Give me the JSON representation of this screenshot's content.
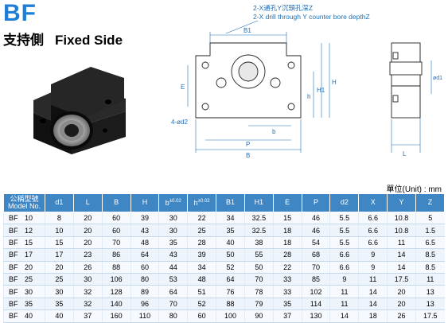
{
  "title": {
    "code": "BF",
    "cn": "支持側",
    "en": "Fixed Side"
  },
  "drawing": {
    "note_cn": "2-X通孔Y沉頭孔深Z",
    "note_en": "2-X drill through Y counter bore depthZ",
    "labels": {
      "B1": "B1",
      "E": "E",
      "h": "h",
      "H1": "H1",
      "H": "H",
      "d2": "4-ød2",
      "b": "b",
      "P": "P",
      "B": "B",
      "L": "L",
      "d1": "ød1"
    }
  },
  "unit": "單位(Unit) : mm",
  "table": {
    "headers": [
      {
        "main": "公稱型號",
        "sub": "Model No."
      },
      {
        "main": "d1"
      },
      {
        "main": "L"
      },
      {
        "main": "B"
      },
      {
        "main": "H"
      },
      {
        "main": "b",
        "sup": "±0.02"
      },
      {
        "main": "h",
        "sup": "±0.02"
      },
      {
        "main": "B1"
      },
      {
        "main": "H1"
      },
      {
        "main": "E"
      },
      {
        "main": "P"
      },
      {
        "main": "d2"
      },
      {
        "main": "X"
      },
      {
        "main": "Y"
      },
      {
        "main": "Z"
      }
    ],
    "rows": [
      {
        "prefix": "BF",
        "num": "10",
        "cells": [
          "8",
          "20",
          "60",
          "39",
          "30",
          "22",
          "34",
          "32.5",
          "15",
          "46",
          "5.5",
          "6.6",
          "10.8",
          "5"
        ]
      },
      {
        "prefix": "BF",
        "num": "12",
        "cells": [
          "10",
          "20",
          "60",
          "43",
          "30",
          "25",
          "35",
          "32.5",
          "18",
          "46",
          "5.5",
          "6.6",
          "10.8",
          "1.5"
        ]
      },
      {
        "prefix": "BF",
        "num": "15",
        "cells": [
          "15",
          "20",
          "70",
          "48",
          "35",
          "28",
          "40",
          "38",
          "18",
          "54",
          "5.5",
          "6.6",
          "11",
          "6.5"
        ]
      },
      {
        "prefix": "BF",
        "num": "17",
        "cells": [
          "17",
          "23",
          "86",
          "64",
          "43",
          "39",
          "50",
          "55",
          "28",
          "68",
          "6.6",
          "9",
          "14",
          "8.5"
        ]
      },
      {
        "prefix": "BF",
        "num": "20",
        "cells": [
          "20",
          "26",
          "88",
          "60",
          "44",
          "34",
          "52",
          "50",
          "22",
          "70",
          "6.6",
          "9",
          "14",
          "8.5"
        ]
      },
      {
        "prefix": "BF",
        "num": "25",
        "cells": [
          "25",
          "30",
          "106",
          "80",
          "53",
          "48",
          "64",
          "70",
          "33",
          "85",
          "9",
          "11",
          "17.5",
          "11"
        ]
      },
      {
        "prefix": "BF",
        "num": "30",
        "cells": [
          "30",
          "32",
          "128",
          "89",
          "64",
          "51",
          "76",
          "78",
          "33",
          "102",
          "11",
          "14",
          "20",
          "13"
        ]
      },
      {
        "prefix": "BF",
        "num": "35",
        "cells": [
          "35",
          "32",
          "140",
          "96",
          "70",
          "52",
          "88",
          "79",
          "35",
          "114",
          "11",
          "14",
          "20",
          "13"
        ]
      },
      {
        "prefix": "BF",
        "num": "40",
        "cells": [
          "40",
          "37",
          "160",
          "110",
          "80",
          "60",
          "100",
          "90",
          "37",
          "130",
          "14",
          "18",
          "26",
          "17.5"
        ]
      }
    ]
  }
}
